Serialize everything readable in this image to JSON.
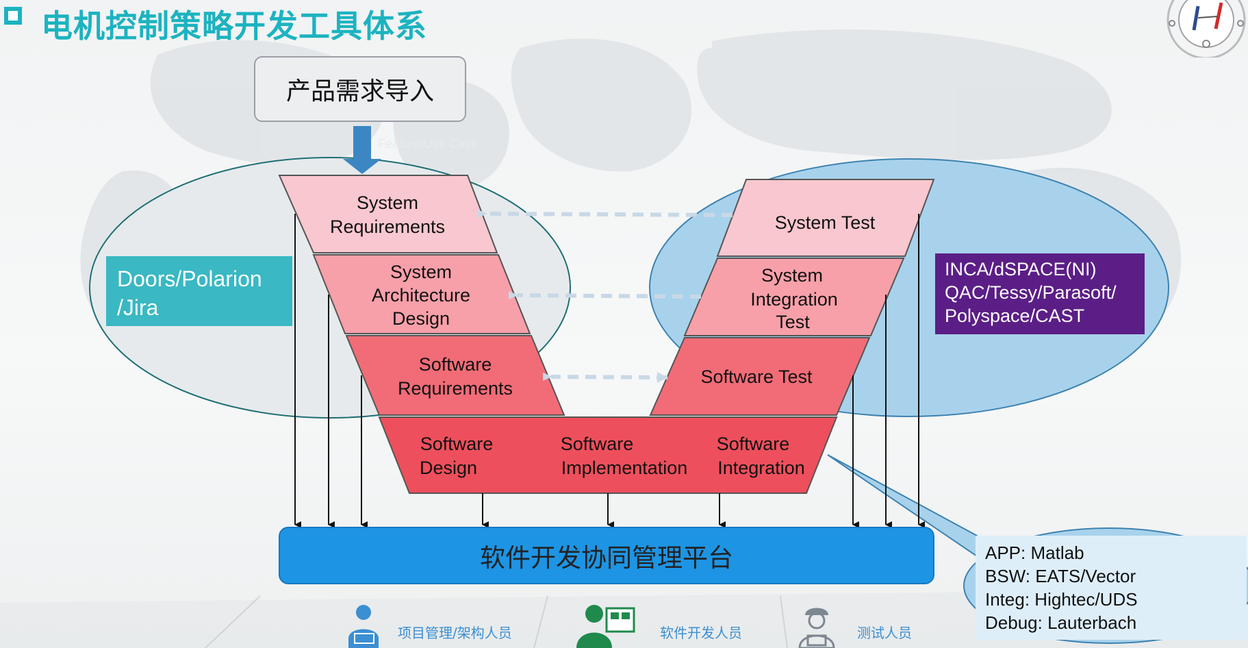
{
  "slide": {
    "title": "电机控制策略开发工具体系"
  },
  "input": {
    "title": "产品需求导入",
    "arrow_label": "Feature/Use Case"
  },
  "v_model": {
    "left": [
      {
        "line1": "System",
        "line2": "Requirements",
        "line3": ""
      },
      {
        "line1": "System",
        "line2": "Architecture",
        "line3": "Design"
      },
      {
        "line1": "Software",
        "line2": "Requirements",
        "line3": ""
      }
    ],
    "bottom": [
      {
        "line1": "Software",
        "line2": "Design"
      },
      {
        "line1": "Software",
        "line2": "Implementation"
      },
      {
        "line1": "Software",
        "line2": "Integration"
      }
    ],
    "right": [
      {
        "line1": "System Test",
        "line2": "",
        "line3": ""
      },
      {
        "line1": "System",
        "line2": "Integration",
        "line3": "Test"
      },
      {
        "line1": "Software Test",
        "line2": "",
        "line3": ""
      }
    ]
  },
  "tools": {
    "left": {
      "line1": "Doors/Polarion",
      "line2": "/Jira"
    },
    "right": {
      "line1": "INCA/dSPACE(NI)",
      "line2": "QAC/Tessy/Parasoft/",
      "line3": "Polyspace/CAST"
    },
    "impl": [
      {
        "key": "APP:",
        "value": "Matlab"
      },
      {
        "key": "BSW:",
        "value": "EATS/Vector"
      },
      {
        "key": "Integ:",
        "value": "Hightec/UDS"
      },
      {
        "key": "Debug:",
        "value": "Lauterbach"
      }
    ]
  },
  "platform": {
    "title": "软件开发协同管理平台"
  },
  "roles": [
    {
      "label": "项目管理/架构人员"
    },
    {
      "label": "软件开发人员"
    },
    {
      "label": "测试人员"
    }
  ],
  "colors": {
    "accent_title": "#1cb3c0",
    "level1": "#f9c7cf",
    "level2": "#f8a0aa",
    "level3": "#f16c77",
    "bottom": "#ee4f5c",
    "left_ellipse": "#e6eaec",
    "right_ellipse": "#a8d2ec",
    "platform": "#1d94e4",
    "left_tool": "#3ab8c3",
    "right_tool": "#5b1e86",
    "role_text": "#3b8fd2"
  }
}
